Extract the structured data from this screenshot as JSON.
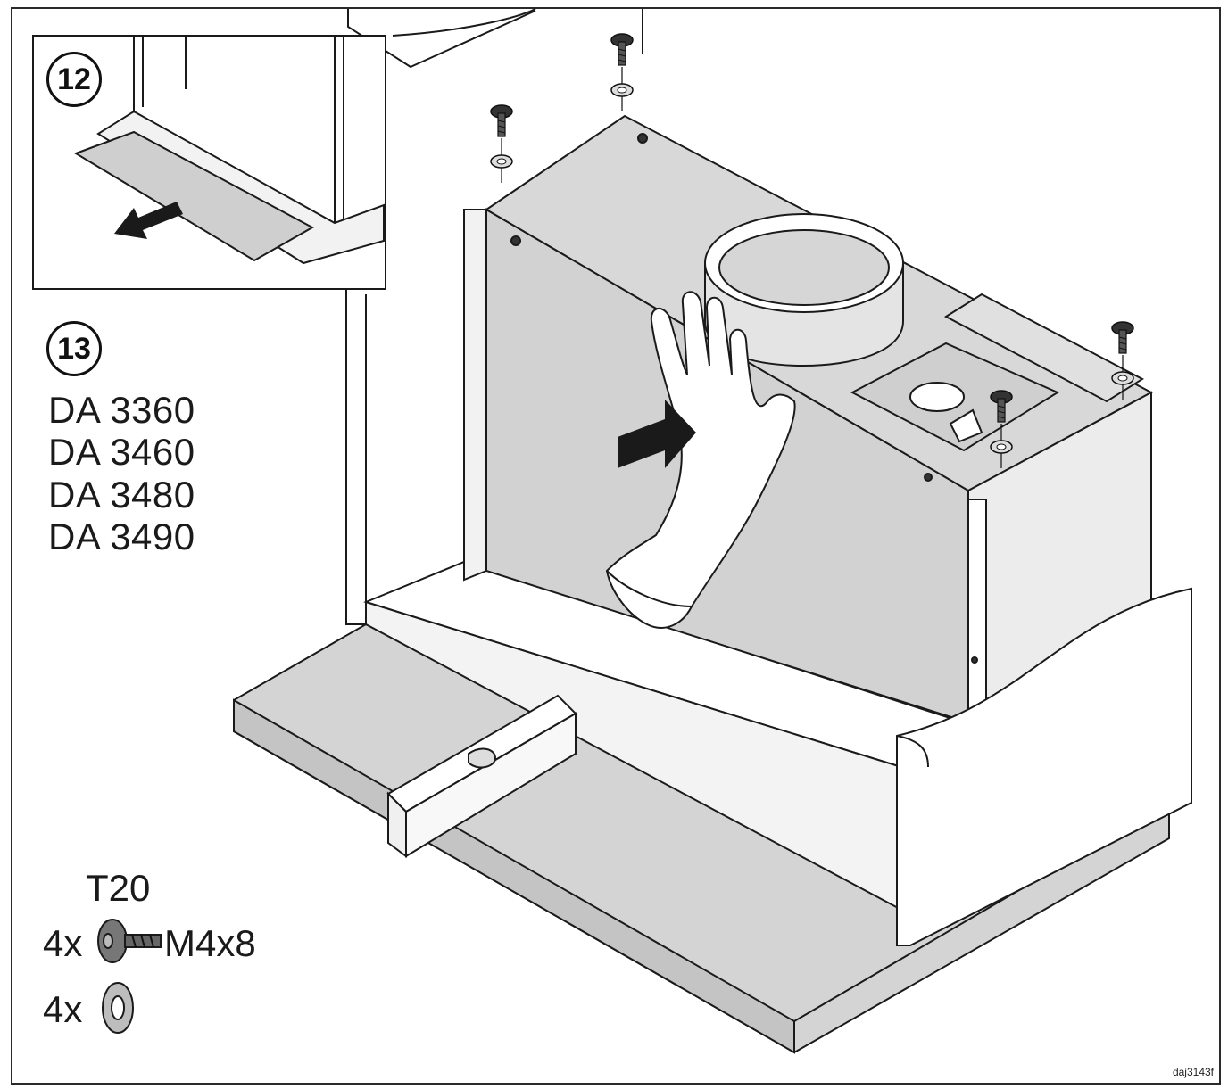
{
  "inset": {
    "step": "12"
  },
  "main": {
    "step": "13",
    "models": [
      "DA 3360",
      "DA 3460",
      "DA 3480",
      "DA 3490"
    ]
  },
  "parts": {
    "tool": "T20",
    "screw_qty": "4x",
    "screw_size": "M4x8",
    "washer_qty": "4x"
  },
  "drawing_code": "daj3143f",
  "colors": {
    "line": "#1a1a1a",
    "panel": "#dcdcdc",
    "panel_dark": "#c8c8c8",
    "white": "#ffffff"
  }
}
